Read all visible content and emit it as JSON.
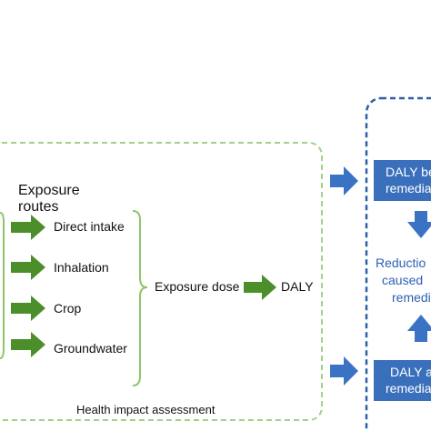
{
  "colors": {
    "green_border": "#a6cf8a",
    "green_arrow": "#4c8f2a",
    "brace": "#8fc46a",
    "blue_border": "#2b5fa8",
    "blue_fill": "#3a6fbc",
    "blue_arrow": "#3b73c4",
    "text": "#111111"
  },
  "health_box": {
    "caption": "Health impact assessment",
    "routes_title_line1": "Exposure",
    "routes_title_line2": "routes",
    "routes": [
      {
        "label": "Direct intake"
      },
      {
        "label": "Inhalation"
      },
      {
        "label": "Crop"
      },
      {
        "label": "Groundwater"
      }
    ],
    "exposure_dose": "Exposure dose",
    "daly": "DALY"
  },
  "right_panel": {
    "top_box_line1": "DALY be",
    "top_box_line2": "remedia",
    "middle_line1": "Reductio",
    "middle_line2": "caused",
    "middle_line3": "remedi",
    "bottom_box_line1": "DALY a",
    "bottom_box_line2": "remedia"
  }
}
